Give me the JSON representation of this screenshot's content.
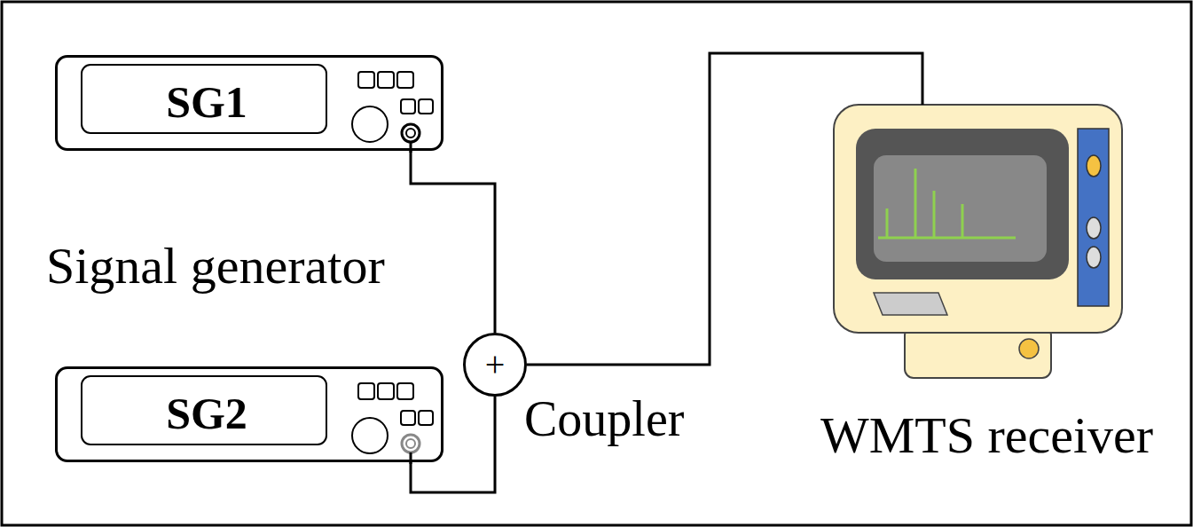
{
  "diagram": {
    "nodes": [
      {
        "text": [
          "SG1"
        ]
      },
      {
        "text": [
          "SG2"
        ]
      },
      {
        "text": [
          "+",
          "Coupler"
        ]
      },
      {
        "text": [
          "WMTS receiver"
        ]
      }
    ],
    "edges": [
      {
        "from": 0,
        "to": 2,
        "arrow": "none"
      },
      {
        "from": 1,
        "to": 2,
        "arrow": "none"
      },
      {
        "from": 2,
        "to": 3,
        "arrow": "none"
      }
    ],
    "labels": [
      "Signal generator"
    ]
  }
}
